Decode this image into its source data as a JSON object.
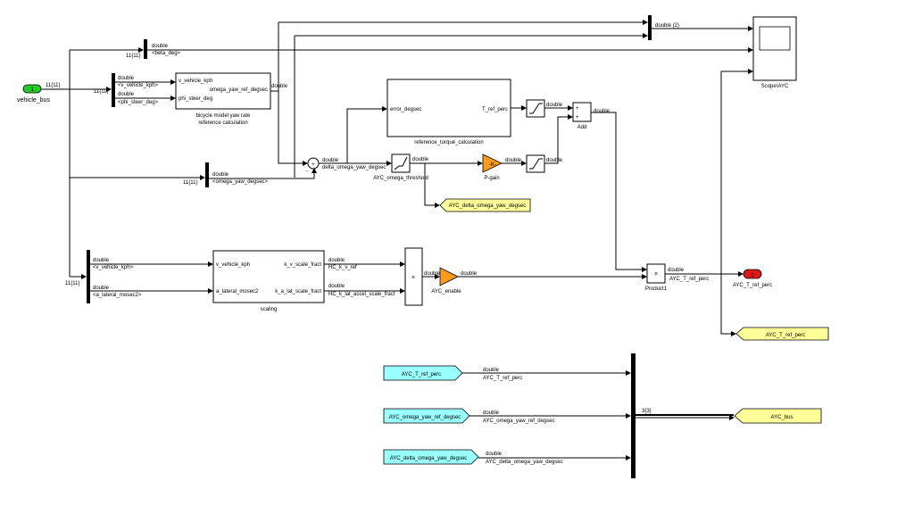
{
  "ports": {
    "vehicle_bus": {
      "num": "1",
      "label": "vehicle_bus"
    },
    "ayc_t_out": {
      "num": "1",
      "label": "AYC_T_ref_perc"
    }
  },
  "blocks": {
    "bicycle": {
      "in1": "v_vehicle_kph",
      "in2": "phi_steer_deg",
      "out": "omega_yaw_ref_degsec",
      "caption1": "bicycle model yaw rate",
      "caption2": "reference calculation"
    },
    "reftorque": {
      "in": "error_degsec",
      "out": "T_ref_perc",
      "caption": "reference_torque_calculation"
    },
    "scaling": {
      "in1": "v_vehicle_kph",
      "in2": "a_lateral_mosec2",
      "out1": "k_v_scale_fract",
      "out2": "k_a_lat_scale_fract",
      "caption": "scaling"
    },
    "threshold": "AYC_omega_threshold",
    "pgain": {
      "symbol": "-K-",
      "label": "P-gain"
    },
    "enable": "AYC_enable",
    "add": {
      "label": "Add",
      "plus1": "+",
      "plus2": "+"
    },
    "product": "Product1",
    "scope": "Scope\\AYC",
    "mul_symbol": "×",
    "sum_symbol": "+",
    "sum_minus": "-"
  },
  "tags": {
    "goto_delta": "AYC_delta_omega_yaw_degsec",
    "goto_tref": "AYC_T_ref_perc",
    "goto_bus": "AYC_bus",
    "from_tref": "AYC_T_ref_perc",
    "from_omega": "AYC_omega_yaw_ref_degsec",
    "from_delta": "AYC_delta_omega_yaw_degsec"
  },
  "signals": {
    "dbl": "double",
    "dbl2": "double (2)",
    "beta": "<beta_deg>",
    "vveh": "<v_vehicle_kph>",
    "phi": "<phi_steer_deg>",
    "omega_yaw": "<omega_yaw_degsec>",
    "alat": "<a_lateral_mosec2>",
    "delta": "delta_omega_yaw_degsec",
    "hc_kv": "HC_k_v_ref",
    "hc_klat": "HC_k_lat_accel_scale_fract",
    "ayc_tref": "AYC_T_ref_perc",
    "ayc_omega": "AYC_omega_yaw_ref_degsec",
    "ayc_delta": "AYC_delta_omega_yaw_degsec",
    "bus_dim": "11{11}",
    "bus3": "3{3}"
  }
}
